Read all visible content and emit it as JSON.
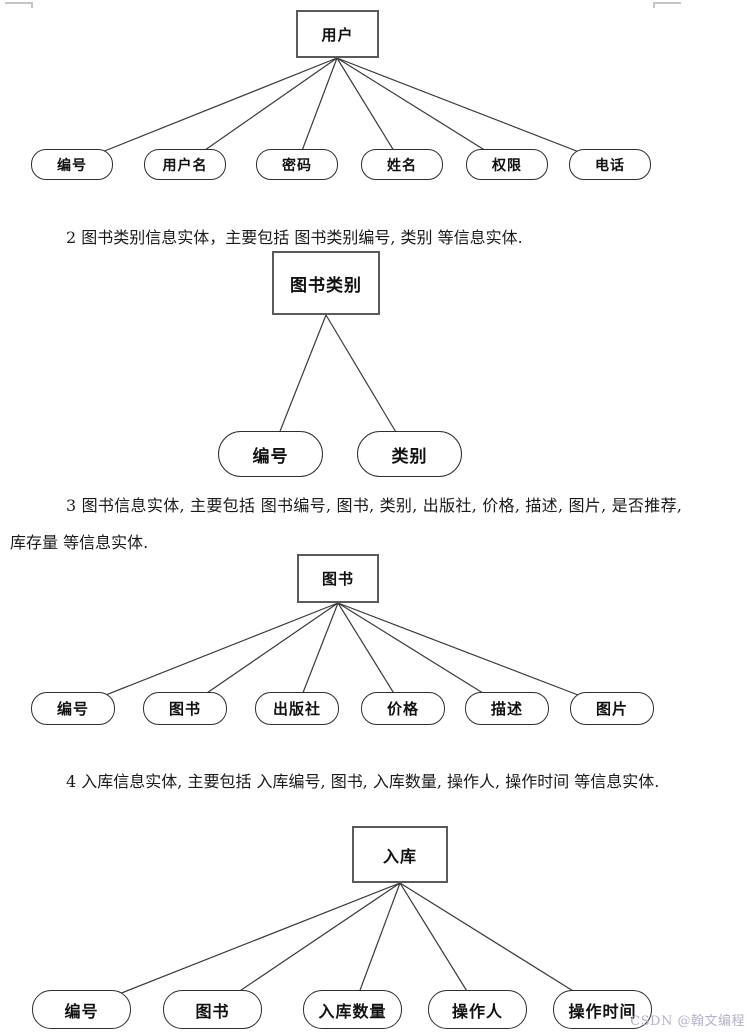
{
  "page": {
    "watermark": "CSDN @翰文编程",
    "watermark_color": "#b5b0c9"
  },
  "paragraphs": [
    "2 图书类别信息实体，主要包括 图书类别编号, 类别 等信息实体.",
    "3 图书信息实体, 主要包括 图书编号, 图书, 类别, 出版社, 价格, 描述, 图片, 是否推荐, 库存量 等信息实体.",
    "4 入库信息实体, 主要包括 入库编号, 图书, 入库数量, 操作人, 操作时间 等信息实体."
  ],
  "diagrams": [
    {
      "entity": "用户",
      "attributes": [
        "编号",
        "用户名",
        "密码",
        "姓名",
        "权限",
        "电话"
      ]
    },
    {
      "entity": "图书类别",
      "attributes": [
        "编号",
        "类别"
      ]
    },
    {
      "entity": "图书",
      "attributes": [
        "编号",
        "图书",
        "出版社",
        "价格",
        "描述",
        "图片"
      ]
    },
    {
      "entity": "入库",
      "attributes": [
        "编号",
        "图书",
        "入库数量",
        "操作人",
        "操作时间"
      ]
    }
  ]
}
